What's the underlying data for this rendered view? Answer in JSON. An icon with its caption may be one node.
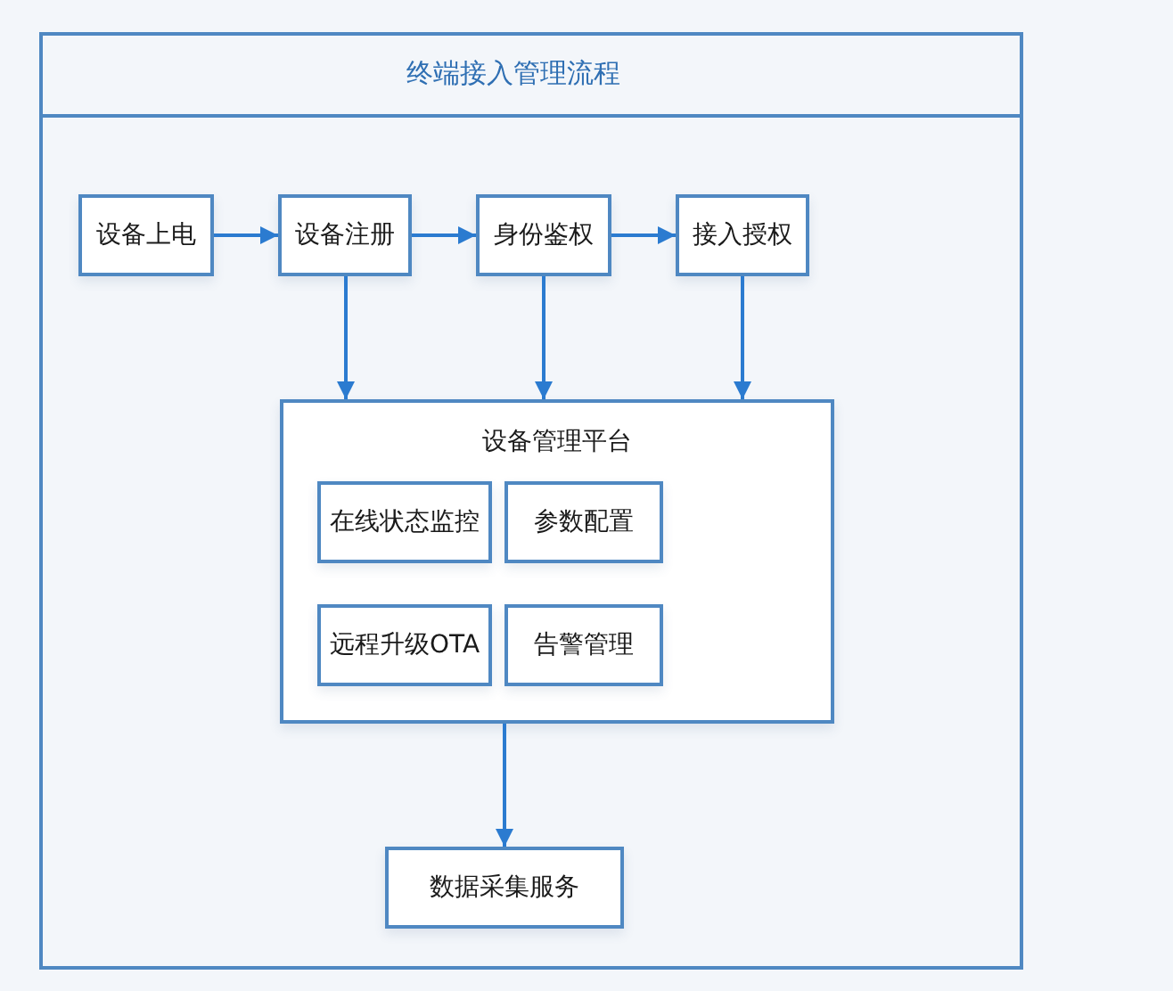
{
  "diagram": {
    "nodes": [
      {
        "text": [
          "终端接入管理流程"
        ]
      },
      {
        "text": [
          "设备上电"
        ],
        "in": 0
      },
      {
        "text": [
          "设备注册"
        ],
        "in": 0
      },
      {
        "text": [
          "身份鉴权"
        ],
        "in": 0
      },
      {
        "text": [
          "接入授权"
        ],
        "in": 0
      },
      {
        "text": [
          "设备管理平台"
        ],
        "in": 0
      },
      {
        "text": [
          "在线状态监控"
        ],
        "in": 5
      },
      {
        "text": [
          "参数配置"
        ],
        "in": 5
      },
      {
        "text": [
          "远程升级OTA"
        ],
        "in": 5
      },
      {
        "text": [
          "告警管理"
        ],
        "in": 5
      },
      {
        "text": [
          "数据采集服务"
        ],
        "in": 0
      }
    ],
    "edges": [
      {
        "from": 1,
        "to": 2,
        "arrow": "to"
      },
      {
        "from": 2,
        "to": 3,
        "arrow": "to"
      },
      {
        "from": 3,
        "to": 4,
        "arrow": "to"
      },
      {
        "from": 2,
        "to": 5,
        "arrow": "to"
      },
      {
        "from": 3,
        "to": 5,
        "arrow": "to"
      },
      {
        "from": 4,
        "to": 5,
        "arrow": "to"
      },
      {
        "from": 5,
        "to": 10,
        "arrow": "to"
      }
    ]
  }
}
